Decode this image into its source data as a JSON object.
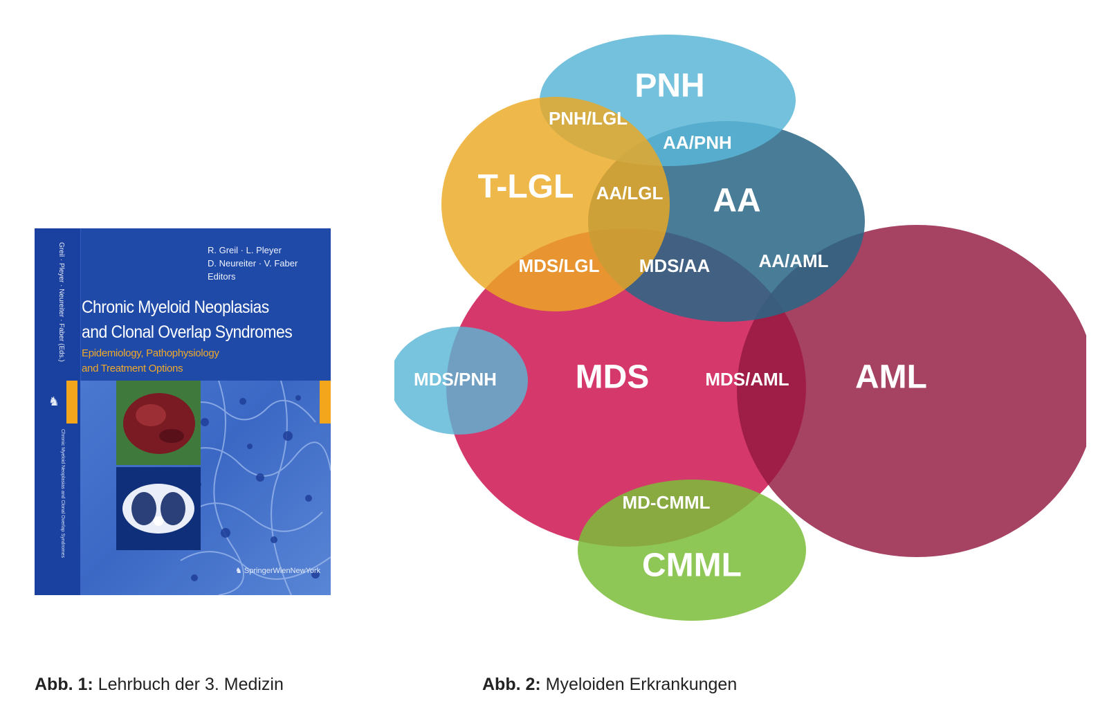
{
  "figure1": {
    "book": {
      "editors": [
        "R. Greil · L. Pleyer",
        "D. Neureiter · V. Faber",
        "Editors"
      ],
      "title_lines": [
        "Chronic Myeloid Neoplasias",
        "and Clonal Overlap Syndromes"
      ],
      "subtitle_lines": [
        "Epidemiology, Pathophysiology",
        "and Treatment Options"
      ],
      "spine_authors": "Greil · Pleyer · Neureiter · Faber (Eds.)",
      "spine_title": "Chronic Myeloid Neoplasias and Clonal Overlap Syndromes",
      "publisher": "SpringerWienNewYork",
      "colors": {
        "cover": "#1f4aa8",
        "title": "#ffffff",
        "subtitle": "#f0a92b",
        "accent": "#f3a51c"
      }
    },
    "caption_label": "Abb. 1:",
    "caption_text": "Lehrbuch der 3. Medizin"
  },
  "figure2": {
    "caption_label": "Abb. 2:",
    "caption_text": "Myeloiden Erkrankungen",
    "sets": [
      {
        "label": "PNH",
        "color": "#5ab6d6"
      },
      {
        "label": "T-LGL",
        "color": "#eba823"
      },
      {
        "label": "AA",
        "color": "#2a6686"
      },
      {
        "label": "MDS",
        "color": "#d1285f"
      },
      {
        "label": "AML",
        "color": "#92193f"
      },
      {
        "label": "MDS/PNH",
        "color": "#5ab6d6"
      },
      {
        "label": "CMML",
        "color": "#7bbd3a"
      }
    ],
    "overlaps": [
      "PNH/LGL",
      "AA/PNH",
      "AA/LGL",
      "MDS/LGL",
      "MDS/AA",
      "AA/AML",
      "MDS/AML",
      "MD-CMML"
    ]
  }
}
